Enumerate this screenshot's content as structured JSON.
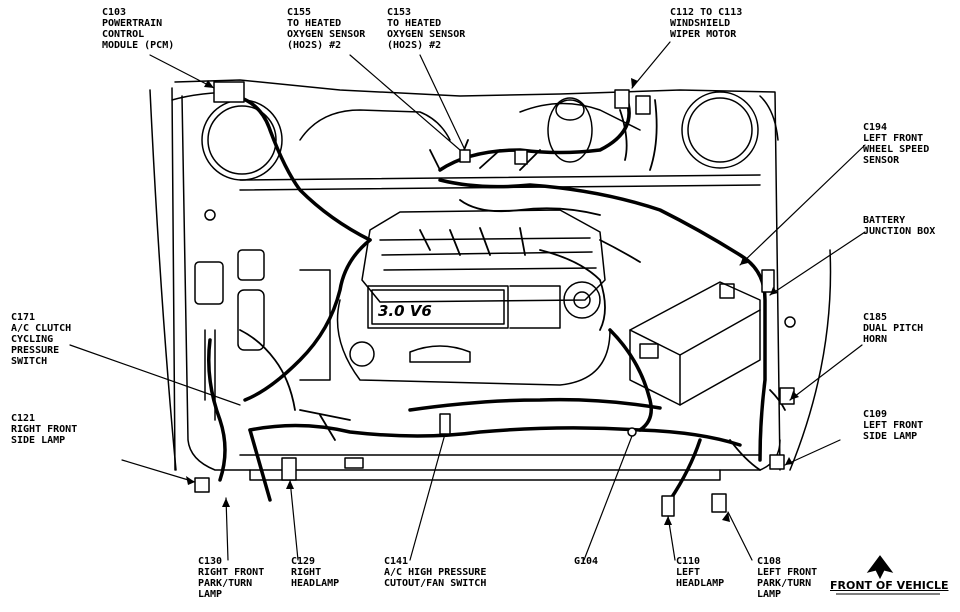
{
  "callouts": {
    "c103": [
      "C103",
      "POWERTRAIN",
      "CONTROL",
      "MODULE (PCM)"
    ],
    "c155": [
      "C155",
      "TO HEATED",
      "OXYGEN SENSOR",
      "(HO2S) #2"
    ],
    "c153": [
      "C153",
      "TO HEATED",
      "OXYGEN SENSOR",
      "(HO2S) #2"
    ],
    "c112": [
      "C112 TO C113",
      "WINDSHIELD",
      "WIPER MOTOR"
    ],
    "c194": [
      "C194",
      "LEFT FRONT",
      "WHEEL SPEED",
      "SENSOR"
    ],
    "battery": [
      "BATTERY",
      "JUNCTION BOX"
    ],
    "c171": [
      "C171",
      "A/C CLUTCH",
      "CYCLING",
      "PRESSURE",
      "SWITCH"
    ],
    "c185": [
      "C185",
      "DUAL PITCH",
      "HORN"
    ],
    "c121": [
      "C121",
      "RIGHT FRONT",
      "SIDE LAMP"
    ],
    "c109": [
      "C109",
      "LEFT FRONT",
      "SIDE LAMP"
    ],
    "c130": [
      "C130",
      "RIGHT FRONT",
      "PARK/TURN",
      "LAMP"
    ],
    "c129": [
      "C129",
      "RIGHT",
      "HEADLAMP"
    ],
    "c141": [
      "C141",
      "A/C HIGH PRESSURE",
      "CUTOUT/FAN SWITCH"
    ],
    "g104": [
      "G104"
    ],
    "c110": [
      "C110",
      "LEFT",
      "HEADLAMP"
    ],
    "c108": [
      "C108",
      "LEFT FRONT",
      "PARK/TURN",
      "LAMP"
    ]
  },
  "engine_badge": "3.0 V6",
  "front_label": "FRONT OF VEHICLE"
}
